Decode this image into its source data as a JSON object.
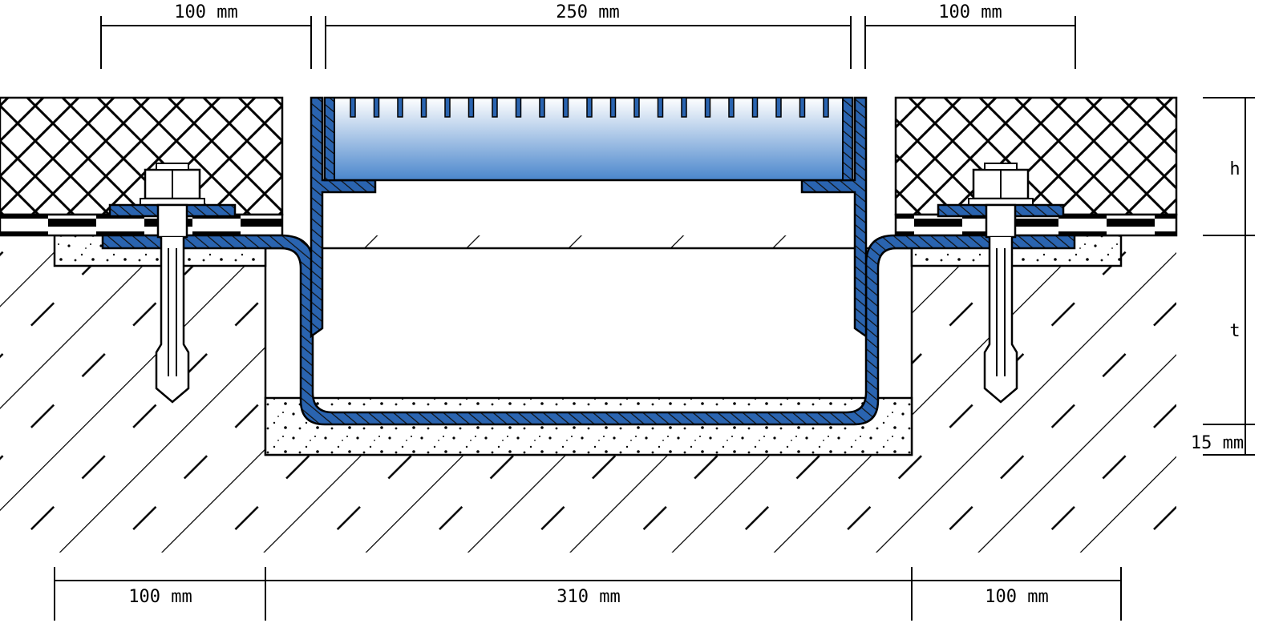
{
  "dimensions": {
    "top": [
      "100 mm",
      "250 mm",
      "100 mm"
    ],
    "bottom": [
      "100 mm",
      "310 mm",
      "100 mm"
    ],
    "right": {
      "h": "h",
      "t": "t",
      "bed": "15 mm"
    }
  },
  "colors": {
    "channel": "#2a64b0",
    "grate_top": "#ffffff",
    "grate_bottom": "#4a86cc",
    "line": "#000000"
  }
}
